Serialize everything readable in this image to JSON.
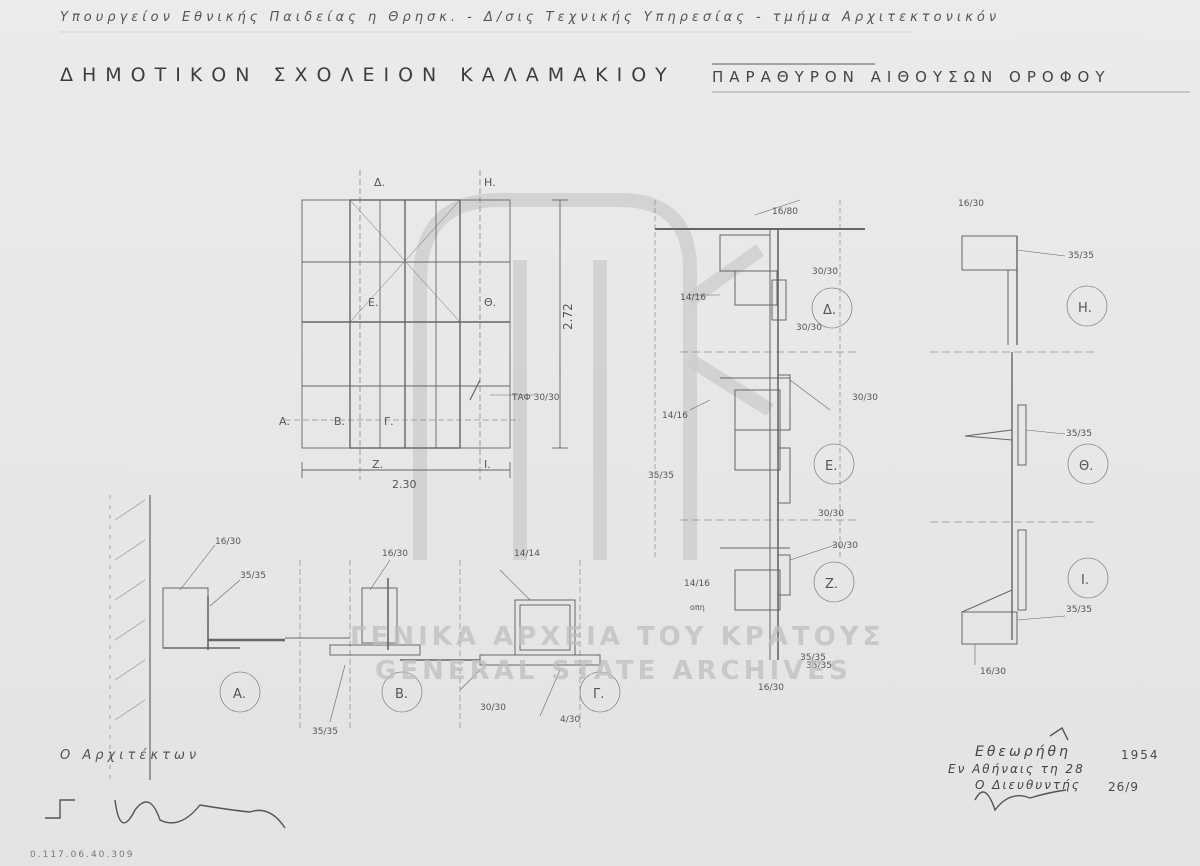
{
  "header": {
    "ministry": "Υπουργείον Εθνικής Παιδείας η Θρησκ. - Δ/σις Τεχνικής Υπηρεσίας - τμήμα Αρχιτεκτονικόν",
    "title": "ΔΗΜΟΤΙΚΟΝ ΣΧΟΛΕΙΟΝ ΚΑΛΑΜΑΚΙΟΥ",
    "subtitle": "ΠΑΡΑΘΥΡΟΝ ΑΙΘΟΥΣΩΝ ΟΡΟΦΟΥ"
  },
  "labels": {
    "top_d": "Δ.",
    "top_h": "Η.",
    "elev_e": "Ε.",
    "elev_th": "Θ.",
    "elev_a": "Α.",
    "elev_b": "Β.",
    "elev_g": "Γ.",
    "elev_z": "Ζ.",
    "elev_i": "Ι.",
    "height_dim": "2.72",
    "width_dim": "2.30",
    "taf": "ΤΑΦ 30/30"
  },
  "sections": {
    "d": "Δ.",
    "e": "Ε.",
    "z": "Ζ.",
    "h": "Η.",
    "th": "Θ.",
    "i": "Ι.",
    "a": "Α.",
    "b": "Β.",
    "g": "Γ."
  },
  "dims": {
    "d1": "16/80",
    "d2": "30/30",
    "d3": "14/16",
    "d4": "30/30",
    "d5": "30/30",
    "d6": "14/16",
    "d7": "35/35",
    "d8": "30/30",
    "d9": "30/30",
    "d10": "14/16",
    "d11": "35/35",
    "d12": "16/30",
    "h1": "16/30",
    "h2": "35/35",
    "h3": "35/35",
    "h4": "35/35",
    "h5": "16/30",
    "p1": "16/30",
    "p2": "35/35",
    "p3": "16/30",
    "p4": "14/14",
    "p5": "30/30",
    "p6": "4/30",
    "p7": "35/35",
    "p8": "35/35",
    "opi": "οπη"
  },
  "footer": {
    "architect": "Ο Αρχιτέκτων",
    "approval": "Εθεωρήθη",
    "approval_place": "Εν Αθήναις τη 28",
    "approval_role": "Ο Διευθυντής",
    "year": "1954",
    "sheet_no": "26/9",
    "ref": "0.117.06.40.309"
  },
  "watermark": {
    "line1": "ΓΕΝΙΚΑ ΑΡΧΕΙΑ ΤΟΥ ΚΡΑΤΟΥΣ",
    "line2": "GENERAL STATE ARCHIVES"
  }
}
